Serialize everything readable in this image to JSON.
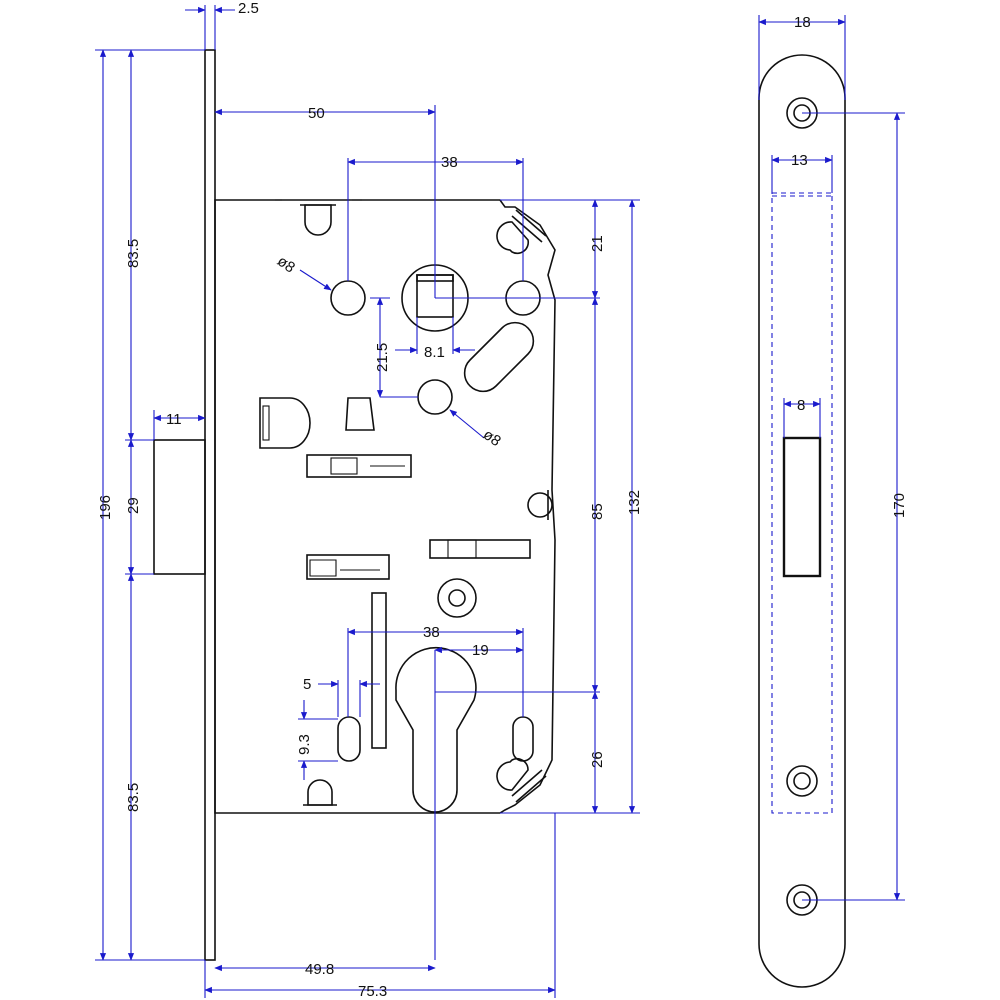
{
  "colors": {
    "part": "#111111",
    "dimension": "#1a1acc",
    "background": "#ffffff"
  },
  "lock_body": {
    "dim_faceplate_thickness": "2.5",
    "dim_backset": "50",
    "dim_spindle_to_hole_spacing": "38",
    "dim_hole_diameter_upper": "ø8",
    "dim_hole_diameter_lower": "ø8",
    "dim_upper_half_height": "83.5",
    "dim_lower_half_height": "83.5",
    "dim_total_height": "196",
    "dim_latch_projection": "11",
    "dim_latch_height": "29",
    "dim_hole_offset": "21.5",
    "dim_spindle_square": "8.1",
    "dim_top_to_spindle": "21",
    "dim_spindle_to_cylinder": "85",
    "dim_case_height": "132",
    "dim_cylinder_hole_spacing": "38",
    "dim_cylinder_to_slot": "19",
    "dim_slot_width": "5",
    "dim_slot_length": "9.3",
    "dim_cylinder_to_bottom": "26",
    "dim_cylinder_backset": "49.8",
    "dim_overall_depth": "75.3"
  },
  "strike_plate": {
    "dim_width": "18",
    "dim_inner_width": "13",
    "dim_opening_width": "8",
    "dim_hole_spacing": "170"
  }
}
